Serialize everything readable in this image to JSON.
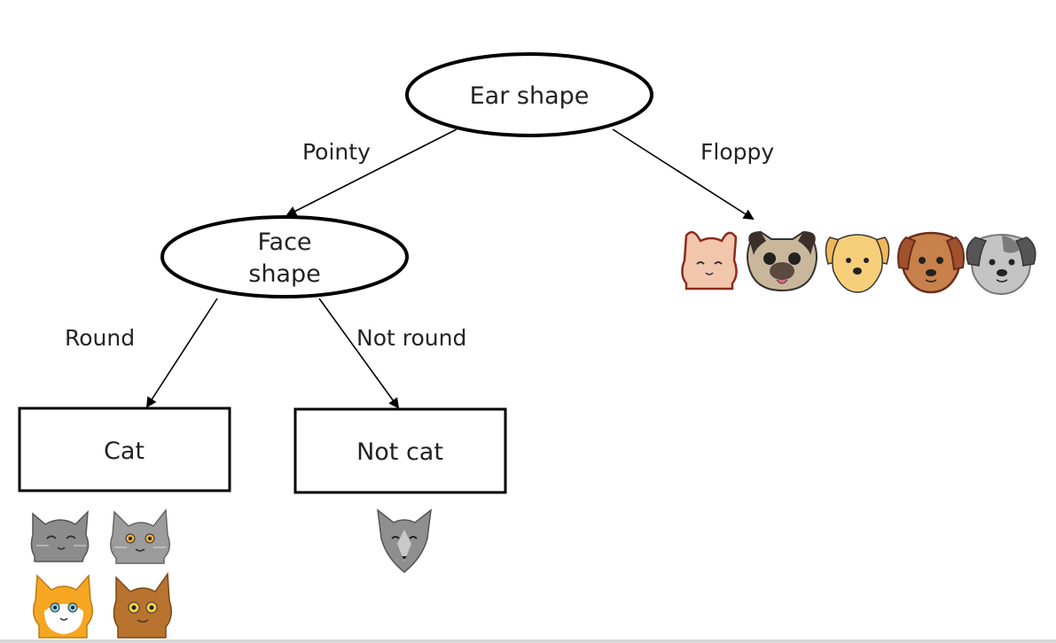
{
  "nodes": {
    "root": "Ear shape",
    "face_line1": "Face",
    "face_line2": "shape",
    "leaf_cat": "Cat",
    "leaf_not_cat": "Not cat"
  },
  "edges": {
    "pointy": "Pointy",
    "floppy": "Floppy",
    "round": "Round",
    "not_round": "Not round"
  },
  "colors": {
    "stroke": "#000000",
    "gray_cat": "#8c8c8c",
    "orange_cat": "#f5a623",
    "brown_cat": "#b8732e",
    "pink_cat": "#f2c6ad",
    "pug": "#c9b79c",
    "yellow_dog": "#f7cf7a",
    "brown_dog": "#c8814a",
    "gray_dog": "#bdbdbd"
  }
}
